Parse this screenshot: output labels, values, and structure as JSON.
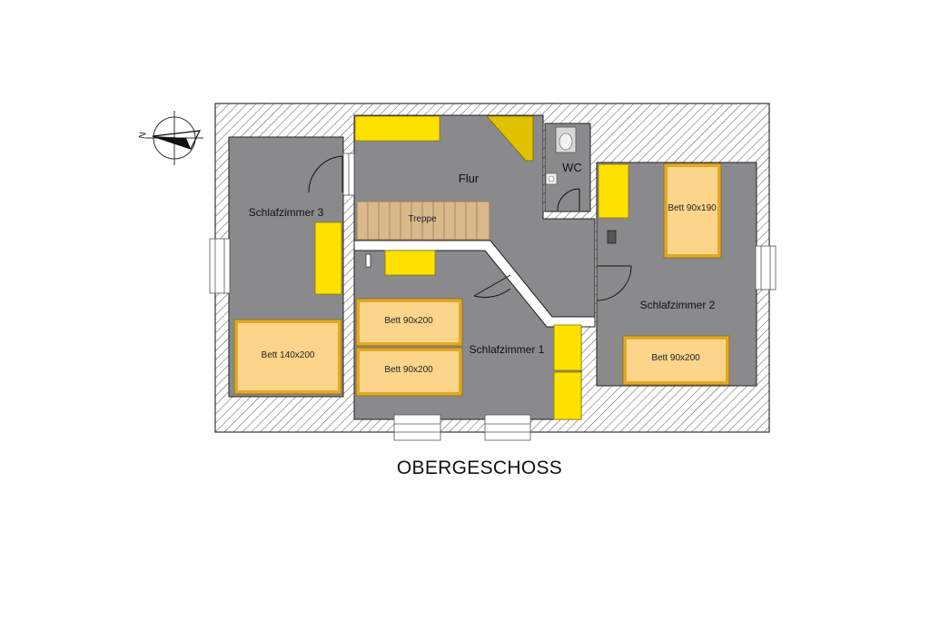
{
  "floor_title": "OBERGESCHOSS",
  "compass_letter": "N",
  "rooms": {
    "flur": "Flur",
    "wc": "WC",
    "schlafzimmer_1": "Schlafzimmer 1",
    "schlafzimmer_2": "Schlafzimmer 2",
    "schlafzimmer_3": "Schlafzimmer 3",
    "treppe": "Treppe"
  },
  "beds": {
    "bed_sz3": "Bett 140x200",
    "bed_sz1_a": "Bett 90x200",
    "bed_sz1_b": "Bett 90x200",
    "bed_sz2_top": "Bett 90x190",
    "bed_sz2_bottom": "Bett 90x200"
  },
  "colors": {
    "room_fill": "#8a8a8c",
    "wardrobe_yellow": "#ffe100",
    "bed_fill": "#fcd58a",
    "bed_frame": "#e2a827",
    "stairs": "#d9b98c",
    "wall_hatch": "#555555"
  }
}
